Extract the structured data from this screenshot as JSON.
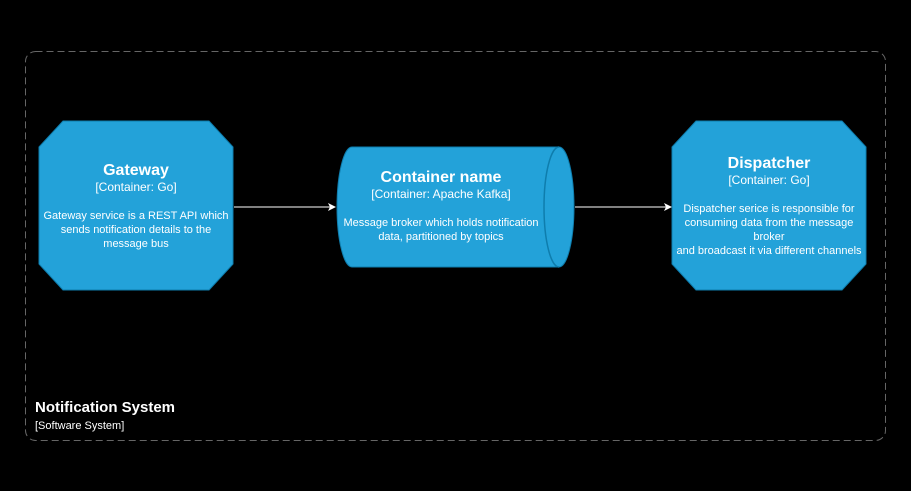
{
  "colors": {
    "node_fill": "#23A2D9",
    "node_stroke": "#0E7DAD",
    "boundary_stroke": "#666666",
    "edge": "#FFFFFF",
    "background": "#000000"
  },
  "boundary": {
    "title": "Notification System",
    "subtitle": "[Software System]"
  },
  "nodes": {
    "gateway": {
      "title": "Gateway",
      "tech": "[Container: Go]",
      "desc_lines": [
        "Gateway service is a REST API which",
        "sends notification details to the",
        "message bus"
      ]
    },
    "kafka": {
      "title": "Container name",
      "tech": "[Container: Apache Kafka]",
      "desc_lines": [
        "Message broker which holds notification",
        "data, partitioned by topics"
      ]
    },
    "dispatcher": {
      "title": "Dispatcher",
      "tech": "[Container: Go]",
      "desc_lines": [
        "Dispatcher serice is responsible for",
        "consuming data from the message",
        "broker",
        "and broadcast it via different channels"
      ]
    }
  },
  "edges": [
    {
      "from": "gateway",
      "to": "kafka"
    },
    {
      "from": "kafka",
      "to": "dispatcher"
    }
  ]
}
